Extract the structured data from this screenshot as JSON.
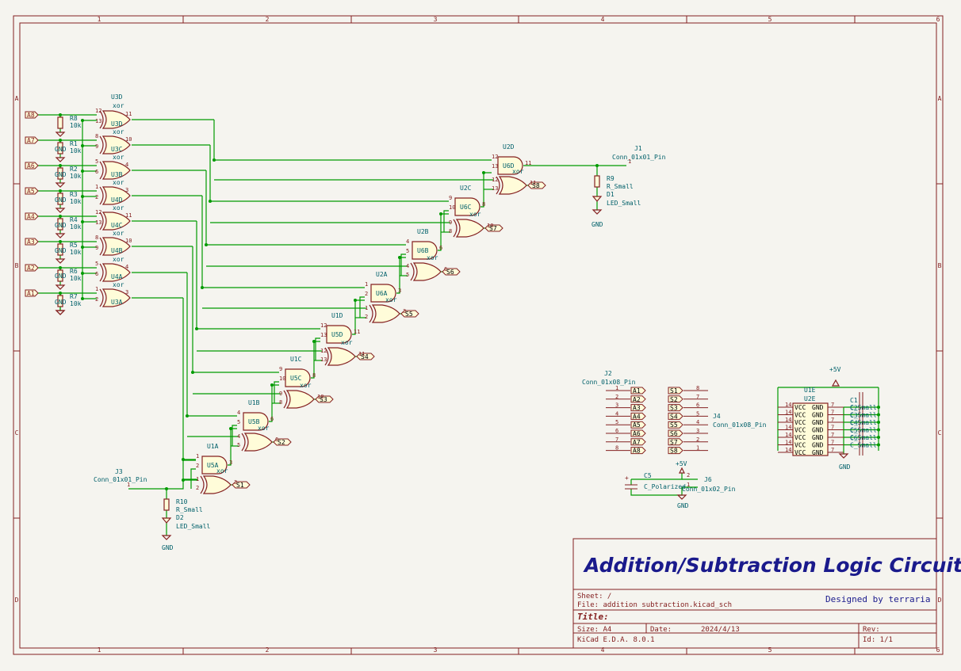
{
  "frame": {
    "cols": [
      "1",
      "2",
      "3",
      "4",
      "5",
      "6"
    ],
    "rows": [
      "A",
      "B",
      "C",
      "D"
    ]
  },
  "inputs": [
    {
      "label": "A8",
      "res": "R8",
      "val": "10k",
      "gate": "U3D",
      "pins": [
        "12",
        "13",
        "11"
      ],
      "out": "11"
    },
    {
      "label": "A7",
      "res": "R1",
      "val": "10k",
      "gate": "U3C",
      "pins": [
        "8",
        "9",
        "10"
      ],
      "out": "10"
    },
    {
      "label": "A6",
      "res": "R2",
      "val": "10k",
      "gate": "U3B",
      "pins": [
        "5",
        "6",
        "4"
      ],
      "out": "4"
    },
    {
      "label": "A5",
      "res": "R3",
      "val": "10k",
      "gate": "U4D",
      "pins": [
        "1",
        "2",
        "3"
      ],
      "out": "3"
    },
    {
      "label": "A4",
      "res": "R4",
      "val": "10k",
      "gate": "U4C",
      "pins": [
        "12",
        "13",
        "11"
      ],
      "out": "11"
    },
    {
      "label": "A3",
      "res": "R5",
      "val": "10k",
      "gate": "U4B",
      "pins": [
        "8",
        "9",
        "10"
      ],
      "out": "10"
    },
    {
      "label": "A2",
      "res": "R6",
      "val": "10k",
      "gate": "U4A",
      "pins": [
        "5",
        "6",
        "4"
      ],
      "out": "4"
    },
    {
      "label": "A1",
      "res": "R7",
      "val": "10k",
      "gate": "U3A",
      "pins": [
        "1",
        "2",
        "3"
      ],
      "out": "3"
    }
  ],
  "top_gate_label": "U3D",
  "xor_text": "xor",
  "gnd": "GND",
  "vcc": "+5V",
  "stages": [
    {
      "and": "U1A",
      "andGate": "U5A",
      "xor": "U5A",
      "out": "S1",
      "pins": [
        "1",
        "2",
        "3",
        "1",
        "2",
        "3"
      ]
    },
    {
      "and": "U1B",
      "andGate": "U5B",
      "xor": "U5B",
      "out": "S2",
      "pins": [
        "4",
        "5",
        "6",
        "4",
        "5",
        "6"
      ]
    },
    {
      "and": "U1C",
      "andGate": "U5C",
      "xor": "U5C",
      "out": "S3",
      "pins": [
        "9",
        "10",
        "8",
        "9",
        "8",
        "10"
      ]
    },
    {
      "and": "U1D",
      "andGate": "U5D",
      "xor": "U5D",
      "out": "S4",
      "pins": [
        "12",
        "13",
        "11",
        "12",
        "13",
        "11"
      ]
    },
    {
      "and": "U2A",
      "andGate": "U6A",
      "xor": "U6A",
      "out": "S5",
      "pins": [
        "1",
        "2",
        "3",
        "1",
        "2",
        "3"
      ]
    },
    {
      "and": "U2B",
      "andGate": "U6B",
      "xor": "U6B",
      "out": "S6",
      "pins": [
        "4",
        "5",
        "6",
        "4",
        "5",
        "6"
      ]
    },
    {
      "and": "U2C",
      "andGate": "U6C",
      "xor": "U6C",
      "out": "S7",
      "pins": [
        "9",
        "10",
        "8",
        "9",
        "8",
        "10"
      ]
    },
    {
      "and": "U2D",
      "andGate": "U6D",
      "xor": "U6D",
      "out": "S8",
      "pins": [
        "12",
        "13",
        "11",
        "12",
        "13",
        "11"
      ]
    }
  ],
  "j1": {
    "ref": "J1",
    "name": "Conn_01x01_Pin",
    "pin": "1"
  },
  "r9": {
    "ref": "R9",
    "name": "R_Small"
  },
  "d1": {
    "ref": "D1",
    "name": "LED_Small"
  },
  "j3": {
    "ref": "J3",
    "name": "Conn_01x01_Pin",
    "pin": "1"
  },
  "r10": {
    "ref": "R10",
    "name": "R_Small"
  },
  "d2": {
    "ref": "D2",
    "name": "LED_Small"
  },
  "j2": {
    "ref": "J2",
    "name": "Conn_01x08_Pin",
    "labels": [
      "A1",
      "A2",
      "A3",
      "A4",
      "A5",
      "A6",
      "A7",
      "A8"
    ],
    "pins": [
      "1",
      "2",
      "3",
      "4",
      "5",
      "6",
      "7",
      "8"
    ]
  },
  "j4": {
    "ref": "J4",
    "name": "Conn_01x08_Pin",
    "labels": [
      "S1",
      "S2",
      "S3",
      "S4",
      "S5",
      "S6",
      "S7",
      "S8"
    ],
    "pins": [
      "8",
      "7",
      "6",
      "5",
      "4",
      "3",
      "2",
      "1"
    ]
  },
  "c5": {
    "ref": "C5",
    "name": "C_Polarized",
    "plus": "+"
  },
  "j6": {
    "ref": "J6",
    "name": "Conn_01x02_Pin",
    "pins": [
      "2",
      "1"
    ]
  },
  "power": {
    "refs": [
      "U1E",
      "U2E"
    ],
    "vcc_pin": "14",
    "gnd_pin": "7",
    "rows": [
      {
        "l": "VCC",
        "r": "GND",
        "c": "C1",
        "n": "C_Small"
      },
      {
        "l": "VCC",
        "r": "GND",
        "c": "C2",
        "n": "C_Small"
      },
      {
        "l": "VCC",
        "r": "GND",
        "c": "C3",
        "n": "C_Small"
      },
      {
        "l": "VCC",
        "r": "GND",
        "c": "C4",
        "n": "C_Small"
      },
      {
        "l": "VCC",
        "r": "GND",
        "c": "C5",
        "n": "C_Small"
      },
      {
        "l": "VCC",
        "r": "GND",
        "c": "C6",
        "n": "C_Small"
      },
      {
        "l": "VCC",
        "r": "GND",
        "c": "",
        "n": ""
      }
    ]
  },
  "title_block": {
    "title": "Addition/Subtraction Logic Circuit",
    "sheet_label": "Sheet: /",
    "file_label": "File: addition subtraction.kicad_sch",
    "designer": "Designed by terraria",
    "title_label": "Title:",
    "size_label": "Size: A4",
    "date_label": "Date:",
    "date": "2024/4/13",
    "rev_label": "Rev:",
    "tool": "KiCad E.D.A. 8.0.1",
    "id": "Id: 1/1"
  }
}
